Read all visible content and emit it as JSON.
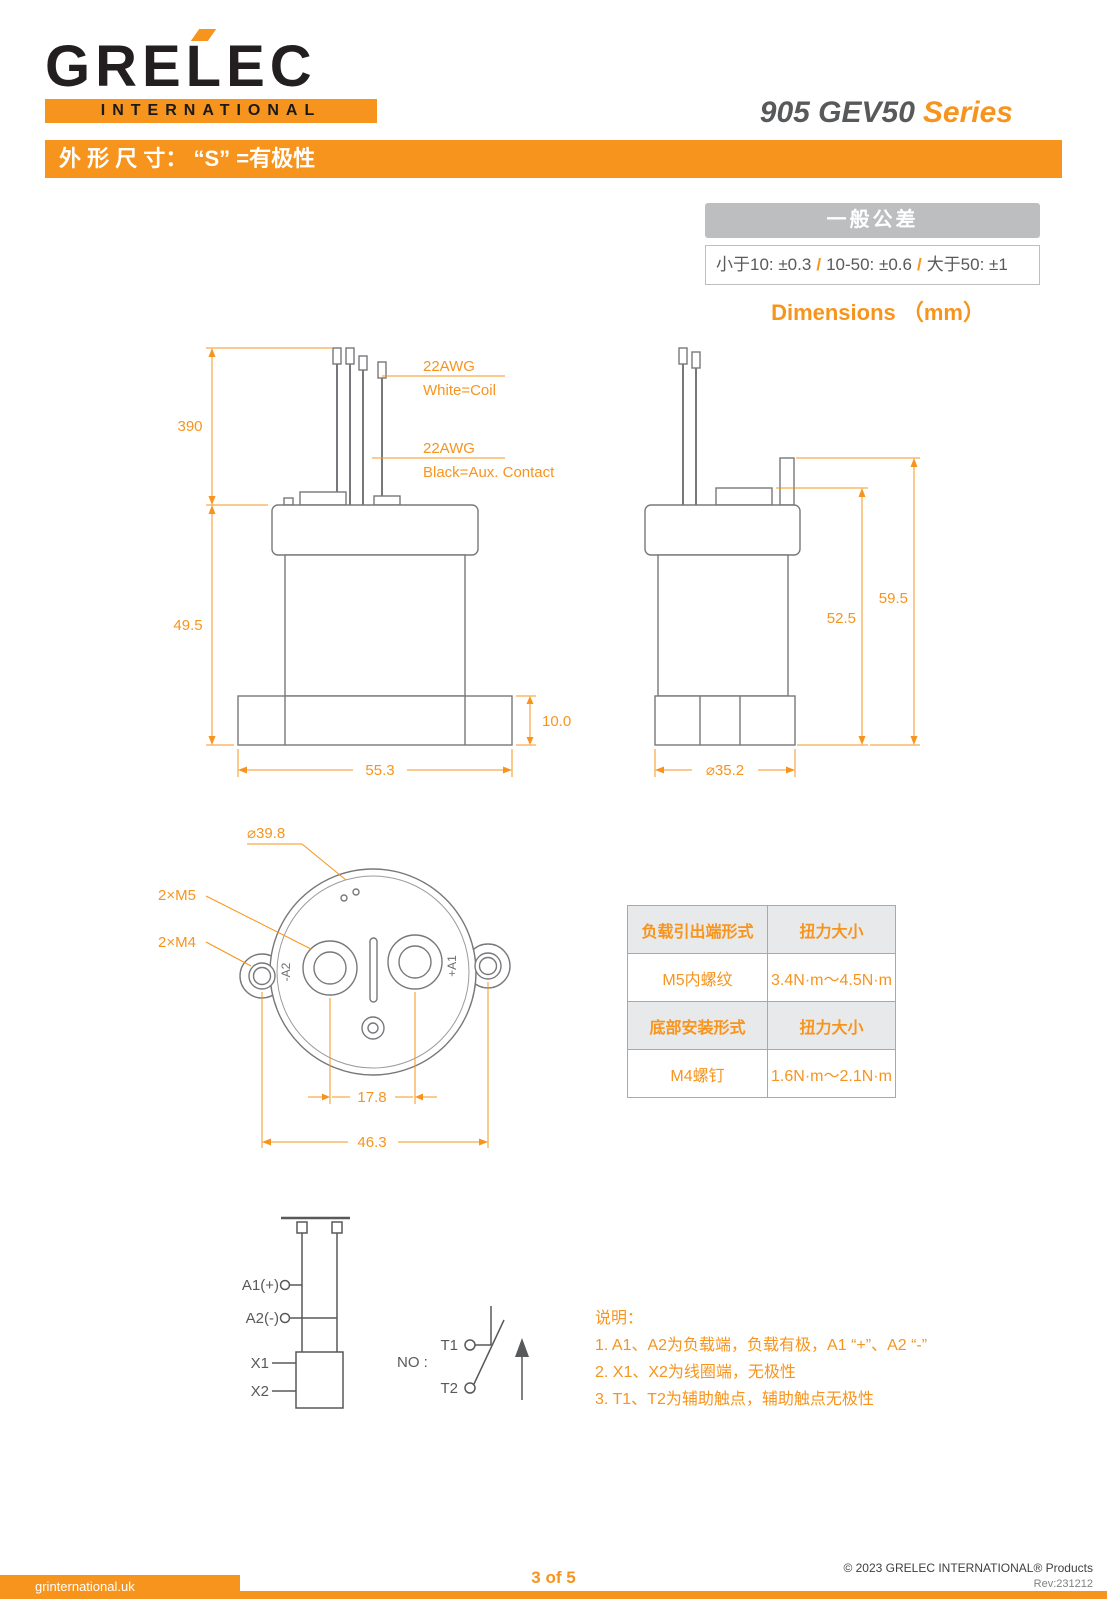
{
  "header": {
    "logo_text": "GRELEC",
    "logo_sub": "INTERNATIONAL",
    "series_model": "905 GEV50",
    "series_word": "Series",
    "banner": "外 形 尺 寸：  “S” =有极性"
  },
  "tolerance": {
    "title": "一般公差",
    "seg1": "小于10: ±0.3",
    "sep1": "/",
    "seg2": "10-50: ±0.6",
    "sep2": "/",
    "seg3": "大于50: ±1"
  },
  "dimensions_title": "Dimensions （mm）",
  "front_view": {
    "wire_label_coil_l1": "22AWG",
    "wire_label_coil_l2": "White=Coil",
    "wire_label_aux_l1": "22AWG",
    "wire_label_aux_l2": "Black=Aux. Contact",
    "dim_wire_length": "390",
    "dim_body_height": "49.5",
    "dim_flange_height": "10.0",
    "dim_flange_width": "55.3"
  },
  "side_view": {
    "dim_aux_height": "52.5",
    "dim_total_height": "59.5",
    "dim_body_diameter": "⌀35.2"
  },
  "top_view": {
    "dim_cover_diameter": "⌀39.8",
    "label_terminal_thread": "2×M5",
    "label_mount_thread": "2×M4",
    "dim_terminal_spacing": "17.8",
    "dim_mount_spacing": "46.3",
    "marking_left": "-A2",
    "marking_right": "+A1"
  },
  "torque_table": {
    "rows": [
      {
        "label": "负载引出端形式",
        "value": "扭力大小"
      },
      {
        "label": "M5内螺纹",
        "value": "3.4N·m～4.5N·m"
      },
      {
        "label": "底部安装形式",
        "value": "扭力大小"
      },
      {
        "label": "M4螺钉",
        "value": "1.6N·m～2.1N·m"
      }
    ]
  },
  "schematic": {
    "label_a1": "A1(+)",
    "label_a2": "A2(-)",
    "label_x1": "X1",
    "label_x2": "X2",
    "label_no": "NO :",
    "label_t1": "T1",
    "label_t2": "T2"
  },
  "notes": {
    "title": "说明：",
    "line1": "1. A1、A2为负载端，负载有极，A1 “+”、A2 “-”",
    "line2": "2. X1、X2为线圈端，无极性",
    "line3": "3. T1、T2为辅助触点，辅助触点无极性"
  },
  "footer": {
    "site": "grinternational.uk",
    "page": "3 of 5",
    "copyright": "© 2023  GRELEC INTERNATIONAL®  Products",
    "rev": "Rev:231212"
  }
}
